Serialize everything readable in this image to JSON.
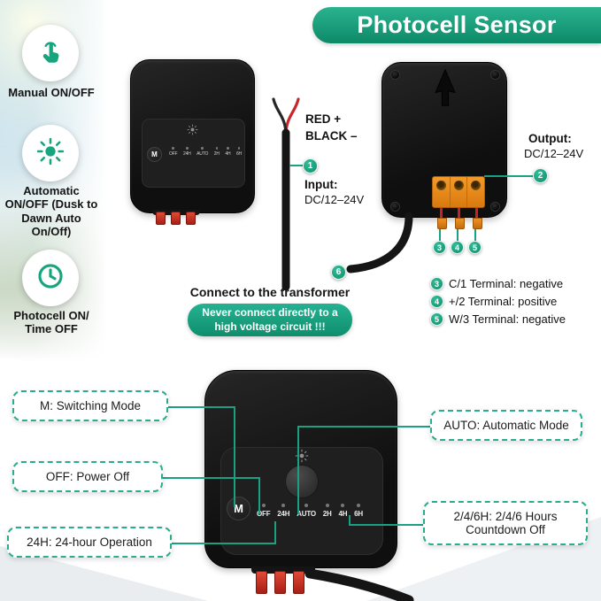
{
  "accent": "#17a57f",
  "banner": {
    "title": "Photocell Sensor"
  },
  "sidebar": {
    "items": [
      {
        "label": "Manual ON/OFF",
        "icon": "hand-tap-icon"
      },
      {
        "label": "Automatic ON/OFF (Dusk to Dawn Auto On/Off)",
        "icon": "auto-sun-icon"
      },
      {
        "label": "Photocell ON/ Time OFF",
        "icon": "clock-icon"
      }
    ]
  },
  "wiring": {
    "red_label": "RED +",
    "black_label": "BLACK –",
    "input_badge": "1",
    "input_label": "Input:",
    "input_value": "DC/12–24V",
    "cable_badge": "6",
    "connect_note": "Connect to the transformer",
    "warning_line1": "Never connect directly to a",
    "warning_line2": "high voltage circuit !!!"
  },
  "output": {
    "badge": "2",
    "label": "Output:",
    "value": "DC/12–24V"
  },
  "terminals": [
    {
      "badge": "3",
      "text": "C/1 Terminal: negative"
    },
    {
      "badge": "4",
      "text": "+/2 Terminal: positive"
    },
    {
      "badge": "5",
      "text": "W/3 Terminal: negative"
    }
  ],
  "device": {
    "button": "M",
    "modes": [
      "OFF",
      "24H",
      "AUTO",
      "2H",
      "4H",
      "6H"
    ]
  },
  "callouts": {
    "m": "M: Switching Mode",
    "off": "OFF: Power Off",
    "h24": "24H: 24-hour Operation",
    "auto": "AUTO: Automatic Mode",
    "h246": "2/4/6H: 2/4/6 Hours Countdown Off"
  }
}
